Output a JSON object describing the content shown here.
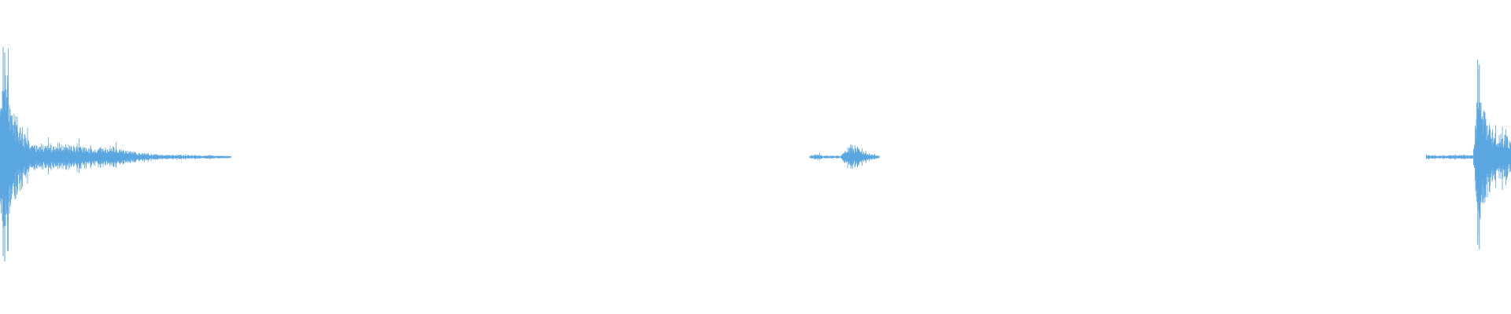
{
  "waveform": {
    "color": "#5aa6e0",
    "background": "#ffffff",
    "segments": [
      {
        "name": "segment-1",
        "start": 0.0,
        "end": 0.153,
        "attack_peak": 0.7,
        "envelope": [
          [
            0.0,
            0.45
          ],
          [
            0.004,
            0.7
          ],
          [
            0.008,
            0.35
          ],
          [
            0.02,
            0.1
          ],
          [
            0.04,
            0.09
          ],
          [
            0.06,
            0.08
          ],
          [
            0.075,
            0.07
          ],
          [
            0.085,
            0.05
          ],
          [
            0.093,
            0.03
          ],
          [
            0.1,
            0.02
          ],
          [
            0.12,
            0.015
          ],
          [
            0.14,
            0.012
          ],
          [
            0.153,
            0.008
          ]
        ]
      },
      {
        "name": "segment-2",
        "start": 0.536,
        "end": 0.582,
        "attack_peak": 0.08,
        "envelope": [
          [
            0.536,
            0.01
          ],
          [
            0.541,
            0.025
          ],
          [
            0.545,
            0.01
          ],
          [
            0.556,
            0.01
          ],
          [
            0.562,
            0.07
          ],
          [
            0.566,
            0.08
          ],
          [
            0.571,
            0.04
          ],
          [
            0.576,
            0.02
          ],
          [
            0.582,
            0.01
          ]
        ]
      },
      {
        "name": "segment-3",
        "start": 0.944,
        "end": 1.0,
        "attack_peak": 0.62,
        "envelope": [
          [
            0.944,
            0.02
          ],
          [
            0.95,
            0.01
          ],
          [
            0.96,
            0.015
          ],
          [
            0.975,
            0.015
          ],
          [
            0.978,
            0.62
          ],
          [
            0.98,
            0.45
          ],
          [
            0.984,
            0.3
          ],
          [
            0.988,
            0.2
          ],
          [
            0.992,
            0.15
          ],
          [
            0.996,
            0.16
          ],
          [
            1.0,
            0.14
          ]
        ]
      }
    ]
  }
}
